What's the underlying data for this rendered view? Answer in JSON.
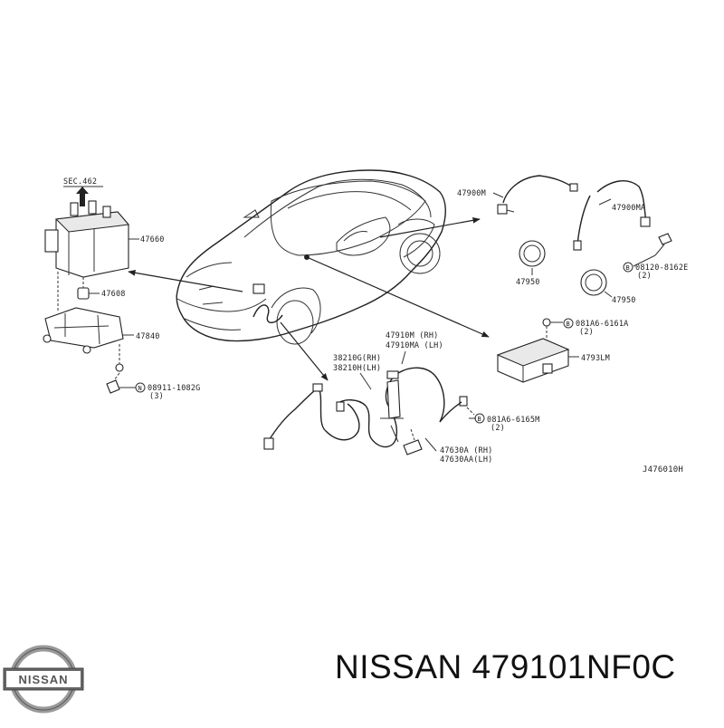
{
  "diagram": {
    "sec_ref": "SEC.462",
    "ref_code": "J476010H",
    "labels": {
      "p47660": "47660",
      "p47608": "47608",
      "p47840": "47840",
      "p08911a": "08911-1082G",
      "p08911b": "(3)",
      "p47900M": "47900M",
      "p47900MA": "47900MA",
      "p47950a": "47950",
      "p47950b": "47950",
      "p08120a": "08120-8162E",
      "p08120b": "(2)",
      "p081A6a_a": "081A6-6161A",
      "p081A6a_b": "(2)",
      "p47931M": "4793LM",
      "p47910M": "47910M  (RH)",
      "p47910MA": "47910MA (LH)",
      "p38210G": "38210G(RH)",
      "p38210H": "38210H(LH)",
      "p081A6b_a": "081A6-6165M",
      "p081A6b_b": "(2)",
      "p47630A": "47630A  (RH)",
      "p47630AA": "47630AA(LH)"
    }
  },
  "footer": {
    "logo_text": "NISSAN",
    "caption": "NISSAN 479101NF0C"
  }
}
